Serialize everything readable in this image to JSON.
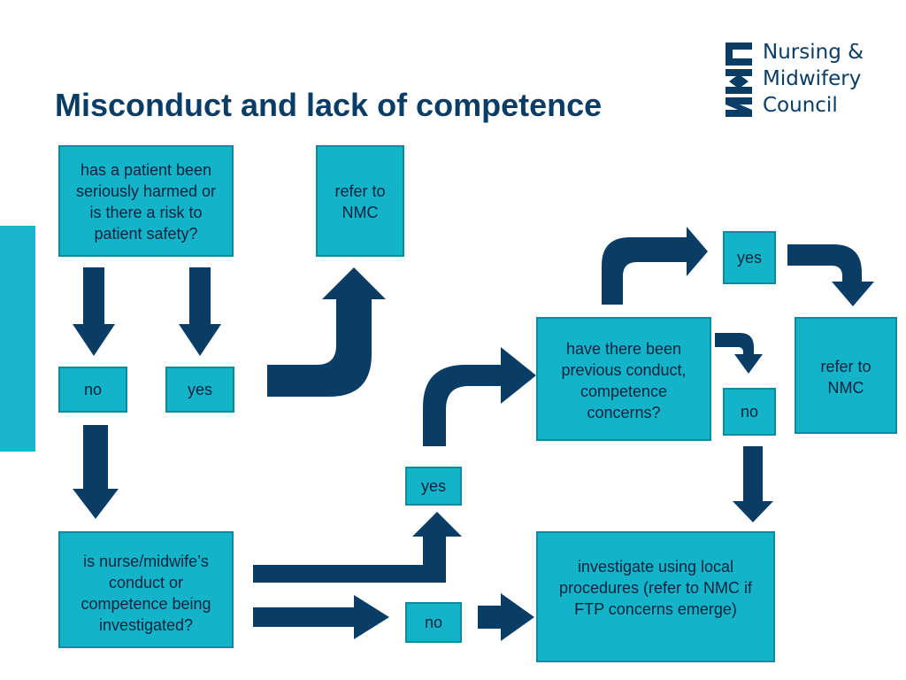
{
  "title": "Misconduct and lack of competence",
  "logo": {
    "line1": "Nursing &",
    "line2": "Midwifery",
    "line3": "Council",
    "mark_text": "NMC"
  },
  "colors": {
    "box_fill": "#13b4c8",
    "arrow": "#0a3d66",
    "title": "#0a3d66",
    "accent_bar": "#1ab5cc"
  },
  "nodes": {
    "q_harm": "has a patient been seriously harmed or is there a risk to patient safety?",
    "refer_nmc_1": "refer to NMC",
    "no_1": "no",
    "yes_1": "yes",
    "q_investigated": "is nurse/midwife’s conduct or competence being investigated?",
    "yes_2": "yes",
    "no_2": "no",
    "q_previous": "have there been previous conduct, competence concerns?",
    "yes_3": "yes",
    "no_3": "no",
    "refer_nmc_2": "refer to NMC",
    "investigate_local": "investigate using local procedures (refer to NMC if FTP concerns emerge)"
  }
}
